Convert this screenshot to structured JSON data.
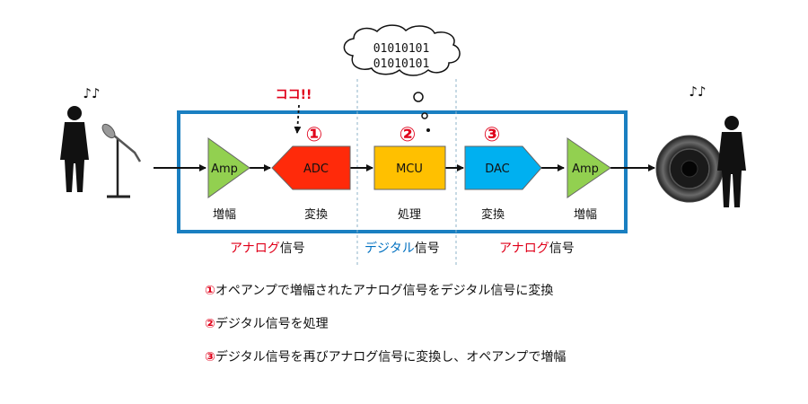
{
  "notes": {
    "music_left": "♪♪",
    "music_right": "♪♪"
  },
  "callout": {
    "koko": "ココ!!"
  },
  "cloud": {
    "line1": "01010101",
    "line2": "01010101"
  },
  "steps": {
    "n1": "①",
    "n2": "②",
    "n3": "③"
  },
  "blocks": {
    "amp_in": "Amp",
    "adc": "ADC",
    "mcu": "MCU",
    "dac": "DAC",
    "amp_out": "Amp"
  },
  "block_labels": {
    "amp_in": "増幅",
    "adc": "変換",
    "mcu": "処理",
    "dac": "変換",
    "amp_out": "増幅"
  },
  "segments": {
    "left": {
      "colored": "アナログ",
      "plain": "信号"
    },
    "middle": {
      "colored": "デジタル",
      "plain": "信号"
    },
    "right": {
      "colored": "アナログ",
      "plain": "信号"
    }
  },
  "legend": [
    {
      "num": "①",
      "text": "オペアンプで増幅されたアナログ信号をデジタル信号に変換"
    },
    {
      "num": "②",
      "text": "デジタル信号を処理"
    },
    {
      "num": "③",
      "text": "デジタル信号を再びアナログ信号に変換し、オペアンプで増幅"
    }
  ],
  "colors": {
    "frame": "#1a7fc1",
    "amp": "#92d050",
    "adc": "#ff2a0a",
    "mcu": "#ffc000",
    "dac": "#00b0f0",
    "step_red": "#e0001a",
    "analog_red": "#e0001a",
    "digital_blue": "#0070c0"
  },
  "icons": {
    "person_left": "person-silhouette-icon",
    "microphone": "microphone-icon",
    "speaker": "speaker-icon",
    "person_right": "person-silhouette-icon"
  }
}
